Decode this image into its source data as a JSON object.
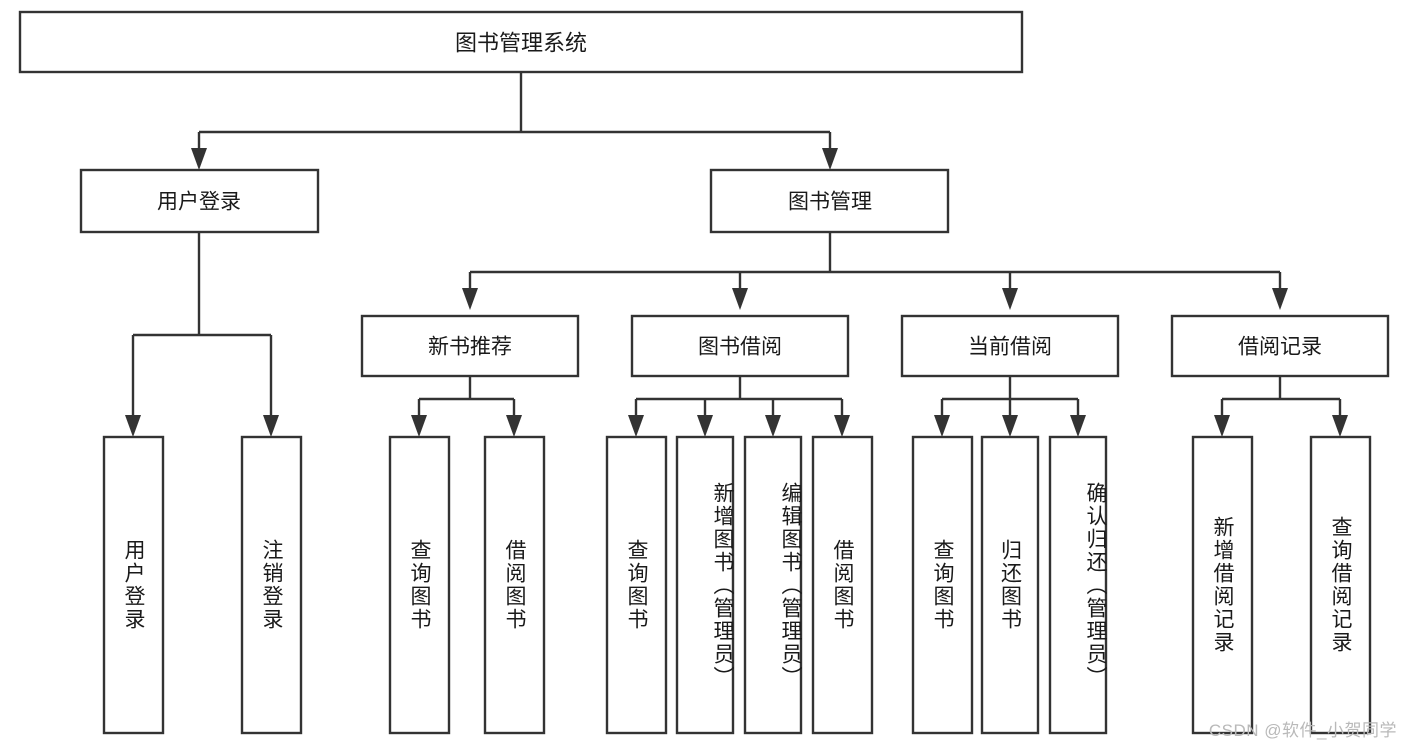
{
  "diagram": {
    "title_node": {
      "label": "图书管理系统"
    },
    "level2": [
      {
        "id": "user-login",
        "label": "用户登录"
      },
      {
        "id": "book-management",
        "label": "图书管理"
      }
    ],
    "level3": [
      {
        "id": "new-book-recommend",
        "label": "新书推荐"
      },
      {
        "id": "book-borrow",
        "label": "图书借阅"
      },
      {
        "id": "current-borrow",
        "label": "当前借阅"
      },
      {
        "id": "borrow-record",
        "label": "借阅记录"
      }
    ],
    "leaves": [
      {
        "id": "leaf-user-login",
        "parent": "user-login",
        "label": "用户登录"
      },
      {
        "id": "leaf-logout-login",
        "parent": "user-login",
        "label": "注销登录"
      },
      {
        "id": "leaf-query-book-1",
        "parent": "new-book-recommend",
        "label": "查询图书"
      },
      {
        "id": "leaf-borrow-book-1",
        "parent": "new-book-recommend",
        "label": "借阅图书"
      },
      {
        "id": "leaf-query-book-2",
        "parent": "book-borrow",
        "label": "查询图书"
      },
      {
        "id": "leaf-add-book",
        "parent": "book-borrow",
        "label": "新增图书（管理员）"
      },
      {
        "id": "leaf-edit-book",
        "parent": "book-borrow",
        "label": "编辑图书（管理员）"
      },
      {
        "id": "leaf-borrow-book-2",
        "parent": "book-borrow",
        "label": "借阅图书"
      },
      {
        "id": "leaf-query-book-3",
        "parent": "current-borrow",
        "label": "查询图书"
      },
      {
        "id": "leaf-return-book",
        "parent": "current-borrow",
        "label": "归还图书"
      },
      {
        "id": "leaf-confirm-return",
        "parent": "current-borrow",
        "label": "确认归还（管理员）"
      },
      {
        "id": "leaf-add-record",
        "parent": "borrow-record",
        "label": "新增借阅记录"
      },
      {
        "id": "leaf-query-record",
        "parent": "borrow-record",
        "label": "查询借阅记录"
      }
    ],
    "watermark": "CSDN @软件_小贺同学",
    "colors": {
      "stroke": "#333333",
      "fill": "#ffffff",
      "text": "#1a1a1a",
      "watermark": "#b9b9b9"
    }
  }
}
